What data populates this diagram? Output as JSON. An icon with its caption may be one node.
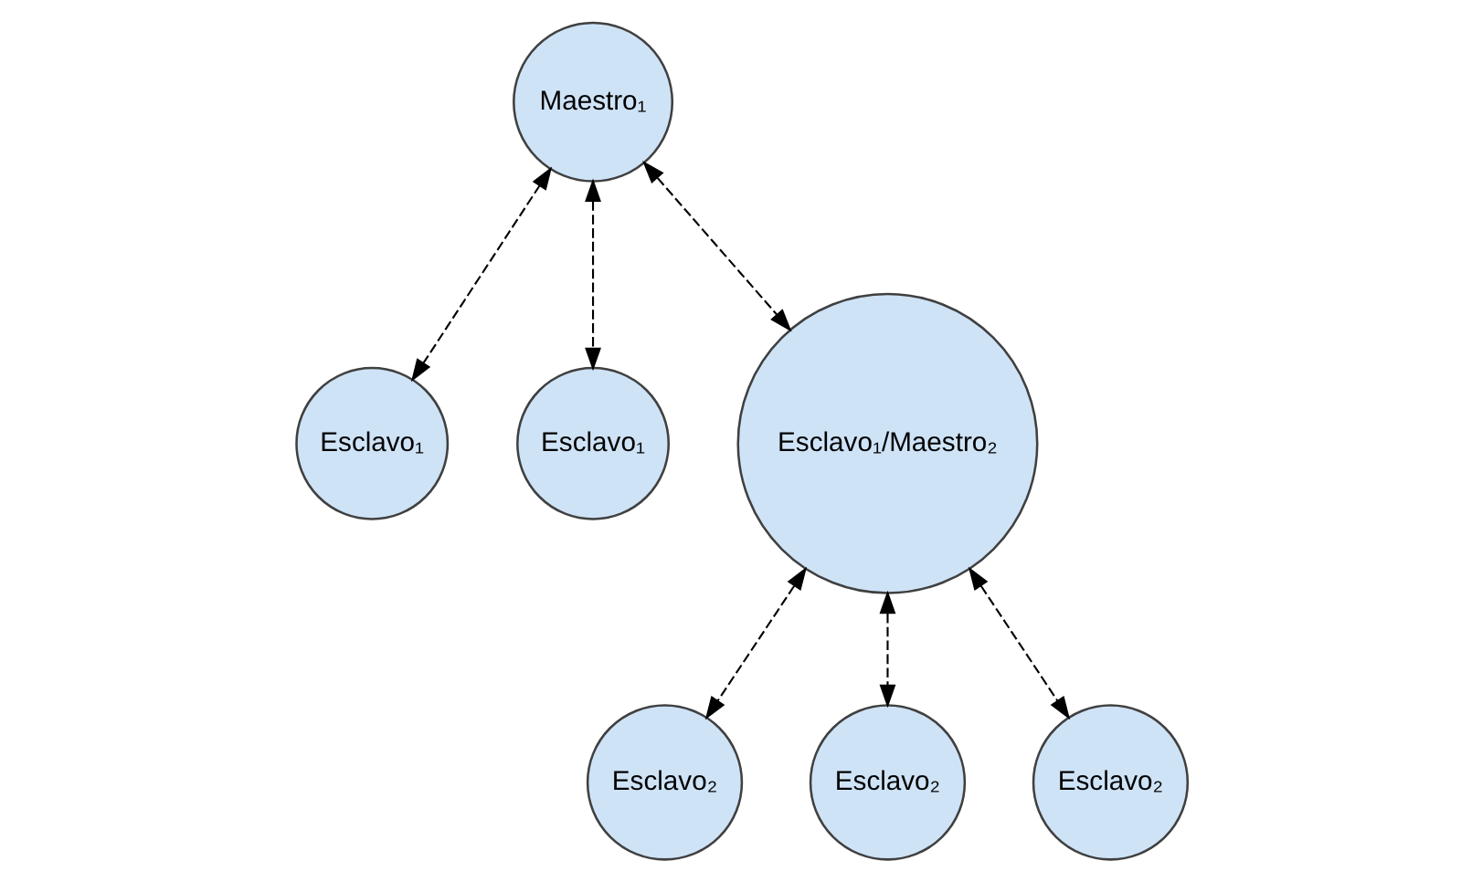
{
  "diagram": {
    "nodes": [
      {
        "text": [
          "Maestro₁"
        ]
      },
      {
        "text": [
          "Esclavo₁"
        ]
      },
      {
        "text": [
          "Esclavo₁"
        ]
      },
      {
        "text": [
          "Esclavo₁/Maestro₂"
        ]
      },
      {
        "text": [
          "Esclavo₂"
        ]
      },
      {
        "text": [
          "Esclavo₂"
        ]
      },
      {
        "text": [
          "Esclavo₂"
        ]
      }
    ],
    "edges": [
      {
        "from": 0,
        "to": 1,
        "arrow": "both",
        "style": "dashed"
      },
      {
        "from": 0,
        "to": 2,
        "arrow": "both",
        "style": "dashed"
      },
      {
        "from": 0,
        "to": 3,
        "arrow": "both",
        "style": "dashed"
      },
      {
        "from": 3,
        "to": 4,
        "arrow": "both",
        "style": "dashed"
      },
      {
        "from": 3,
        "to": 5,
        "arrow": "both",
        "style": "dashed"
      },
      {
        "from": 3,
        "to": 6,
        "arrow": "both",
        "style": "dashed"
      }
    ]
  }
}
